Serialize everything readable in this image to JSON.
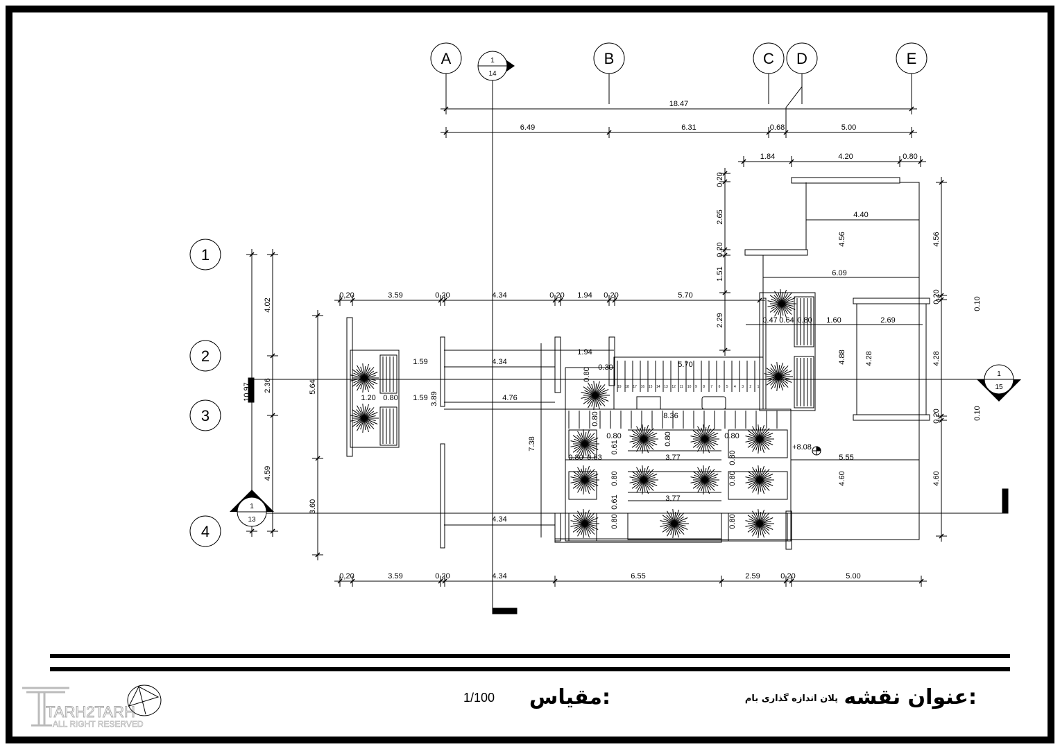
{
  "title_block": {
    "title_label": "عنوان نقشه:",
    "title_value": "پلان اندازه گذاری بام",
    "scale_label": "مقیاس:",
    "scale_value": "1/100",
    "logo_name": "TARH2TARH",
    "logo_rights": "ALL RIGHT RESERVED"
  },
  "grid_columns": [
    "A",
    "B",
    "C",
    "D",
    "E"
  ],
  "grid_rows": [
    "1",
    "2",
    "3",
    "4"
  ],
  "section_markers": [
    {
      "number": "1",
      "sheet": "14"
    },
    {
      "number": "1",
      "sheet": "15"
    },
    {
      "number": "1",
      "sheet": "13"
    }
  ],
  "elevation_mark": "+8.08",
  "dimensions": {
    "top_overall": [
      "18.47"
    ],
    "top_grid": [
      "6.49",
      "6.31",
      "0.68",
      "5.00"
    ],
    "top_upper_block": [
      "1.84",
      "4.20",
      "0.80"
    ],
    "upper_chain": [
      "0,20",
      "3.59",
      "0,20",
      "4.34",
      "0,20",
      "1.94",
      "0,20",
      "5.70"
    ],
    "bottom_chain": [
      "0,20",
      "3.59",
      "0,20",
      "4.34",
      "6.55",
      "2.59",
      "0,20",
      "5.00"
    ],
    "left_overall": [
      "10.97"
    ],
    "left_grid": [
      "4.02",
      "2.36",
      "4.59"
    ],
    "left_inner": [
      "5.64",
      "3.60"
    ],
    "upper_vertical": [
      "0.20",
      "2.65",
      "0.20",
      "1.51",
      "2.29"
    ],
    "right_vertical": [
      "4.56",
      "0.20",
      "4.28",
      "0.20",
      "4.60"
    ],
    "right_small": [
      "0.10",
      "0.10"
    ],
    "interior": [
      "4.40",
      "6.09",
      "4.56",
      "1.60",
      "2.69",
      "4.88",
      "4.28",
      "5.55",
      "4.60",
      "0.47",
      "0.64",
      "0.80",
      "1.59",
      "4.34",
      "1.94",
      "0.30",
      "5.70",
      "1.20",
      "0.80",
      "1.59",
      "3.89",
      "4.76",
      "0.80",
      "8.36",
      "0.80",
      "0.80",
      "0.80",
      "0.80",
      "0.80",
      "0.63",
      "0.61",
      "3.77",
      "0.80",
      "0.80",
      "0.61",
      "3.77",
      "0.80",
      "0.80",
      "0.80",
      "4.34",
      "7.38"
    ]
  },
  "stair_numbers": [
    "19",
    "18",
    "17",
    "16",
    "15",
    "14",
    "13",
    "12",
    "11",
    "10",
    "9",
    "8",
    "7",
    "6",
    "5",
    "4",
    "3",
    "2",
    "1"
  ]
}
